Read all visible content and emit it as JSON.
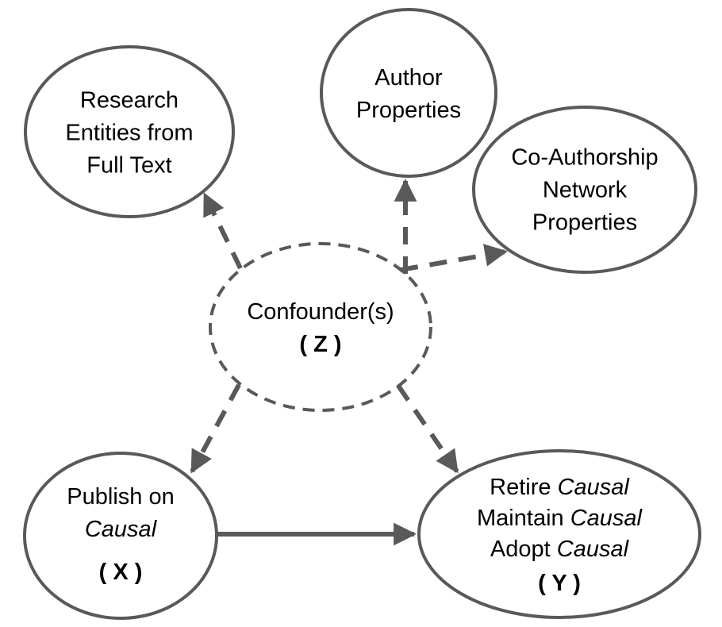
{
  "colors": {
    "shape_stroke": "#595959",
    "text_color": "#000000",
    "bg": "#ffffff"
  },
  "nodes": {
    "research_entities": {
      "line1": "Research",
      "line2": "Entities from",
      "line3": "Full Text"
    },
    "author_properties": {
      "line1": "Author",
      "line2": "Properties"
    },
    "coauthorship_network": {
      "line1": "Co-Authorship",
      "line2": "Network",
      "line3": "Properties"
    },
    "confounder": {
      "line1": "Confounder(s)",
      "symbol": "( Z )"
    },
    "treatment": {
      "line1": "Publish on",
      "line2_italic": "Causal",
      "symbol": "( X )"
    },
    "outcome": {
      "row1_prefix": "Retire ",
      "row1_italic": "Causal",
      "row2_prefix": "Maintain ",
      "row2_italic": "Causal",
      "row3_prefix": "Adopt ",
      "row3_italic": "Causal",
      "symbol": "( Y )"
    }
  },
  "edges": [
    {
      "from": "confounder",
      "to": "research_entities",
      "style": "dashed"
    },
    {
      "from": "confounder",
      "to": "author_properties",
      "style": "dashed"
    },
    {
      "from": "confounder",
      "to": "coauthorship_network",
      "style": "dashed"
    },
    {
      "from": "confounder",
      "to": "treatment",
      "style": "dashed"
    },
    {
      "from": "confounder",
      "to": "outcome",
      "style": "dashed"
    },
    {
      "from": "treatment",
      "to": "outcome",
      "style": "solid"
    }
  ]
}
